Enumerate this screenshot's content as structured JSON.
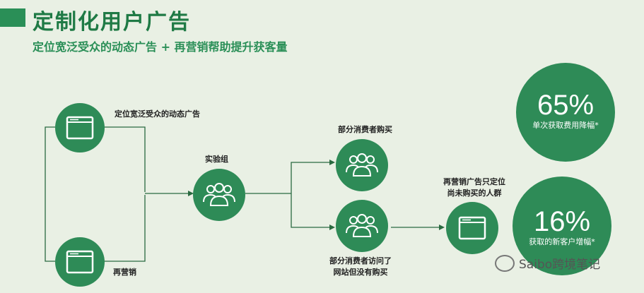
{
  "header": {
    "title": "定制化用户广告",
    "subtitle": "定位宽泛受众的动态广告 + 再营销帮助提升获客量"
  },
  "nodes": {
    "dynamic_ads_label": "定位宽泛受众的动态广告",
    "remarketing_label": "再营销",
    "test_group_label": "实验组",
    "purchased_label": "部分消费者购买",
    "visited_label_line1": "部分消费者访问了",
    "visited_label_line2": "网站但没有购买",
    "remarketing_target_line1": "再营销广告只定位",
    "remarketing_target_line2": "尚未购买的人群"
  },
  "stats": {
    "stat1_value": "65%",
    "stat1_caption": "单次获取费用降幅*",
    "stat2_value": "16%",
    "stat2_caption": "获取的新客户增幅*"
  },
  "watermark": {
    "text": "Saibo跨境笔记"
  },
  "colors": {
    "primary": "#2e8b57",
    "background": "#e9f0e4",
    "title": "#1f7a45"
  }
}
